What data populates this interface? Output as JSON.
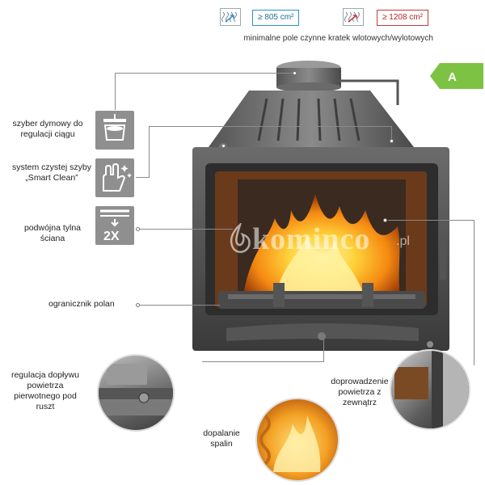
{
  "vents": {
    "inlet_value": "≥ 805 cm²",
    "outlet_value": "≥ 1208 cm²",
    "caption": "minimalne pole czynne kratek wlotowych/wylotowych"
  },
  "energy_class": "A",
  "features": {
    "damper": "szyber dymowy do regulacji ciągu",
    "smart_clean": "system czystej szyby „Smart Clean”",
    "double_wall": "podwójna tylna ściana",
    "double_wall_badge": "2X",
    "log_guard": "ogranicznik polan",
    "primary_air": "regulacja dopływu powietrza pierwotnego pod ruszt",
    "afterburn": "dopalanie spalin",
    "external_air": "doprowadzenie powietrza z zewnątrz"
  },
  "watermark": {
    "brand": "kominco",
    "suffix": ".pl"
  },
  "colors": {
    "badge_green": "#7dc242",
    "inlet_blue": "#2e8fc7",
    "outlet_red": "#c53a3a",
    "iron": "#4a4a4a",
    "flame": "#f7a21b"
  },
  "icons": {
    "inlet": "vent-grille-inlet-icon",
    "outlet": "vent-grille-outlet-icon",
    "damper": "damper-icon",
    "smart_clean": "hand-wipe-sparkle-icon",
    "double_wall": "double-wall-icon"
  }
}
